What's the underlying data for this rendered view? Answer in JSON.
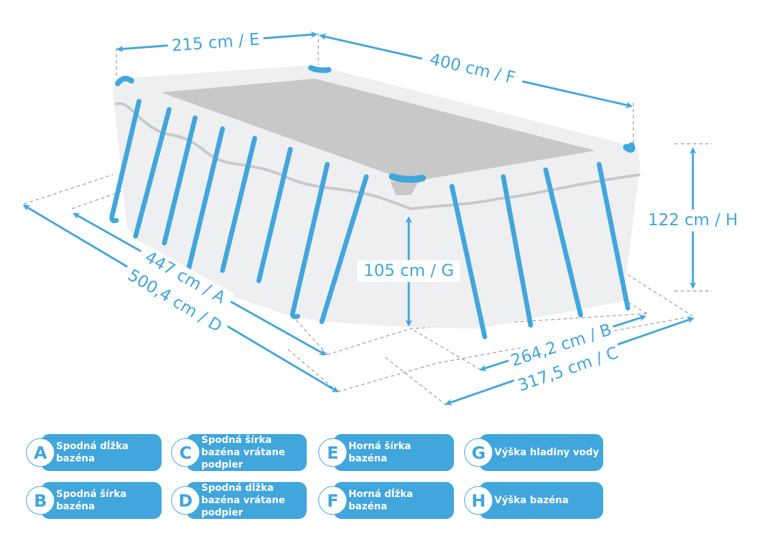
{
  "colors": {
    "accent": "#41a6dc",
    "pool_wall": "#eeeff0",
    "water": "#c9c8c9",
    "dash": "#9a9a9a"
  },
  "dimensions": {
    "E": "215 cm / E",
    "F": "400 cm / F",
    "H": "122 cm / H",
    "G": "105 cm / G",
    "A": "447 cm / A",
    "D": "500,4 cm / D",
    "B": "264,2 cm / B",
    "C": "317,5 cm / C"
  },
  "legend": [
    {
      "letter": "A",
      "text": "Spodná dĺžka bazéna"
    },
    {
      "letter": "B",
      "text": "Spodná šírka bazéna"
    },
    {
      "letter": "C",
      "text": "Spodná šírka bazéna vrátane podpier"
    },
    {
      "letter": "D",
      "text": "Spodná dĺžka bazéna vrátane podpier"
    },
    {
      "letter": "E",
      "text": "Horná šírka bazéna"
    },
    {
      "letter": "F",
      "text": "Horná dĺžka bazéna"
    },
    {
      "letter": "G",
      "text": "Výška hladiny vody"
    },
    {
      "letter": "H",
      "text": "Výška bazéna"
    }
  ]
}
